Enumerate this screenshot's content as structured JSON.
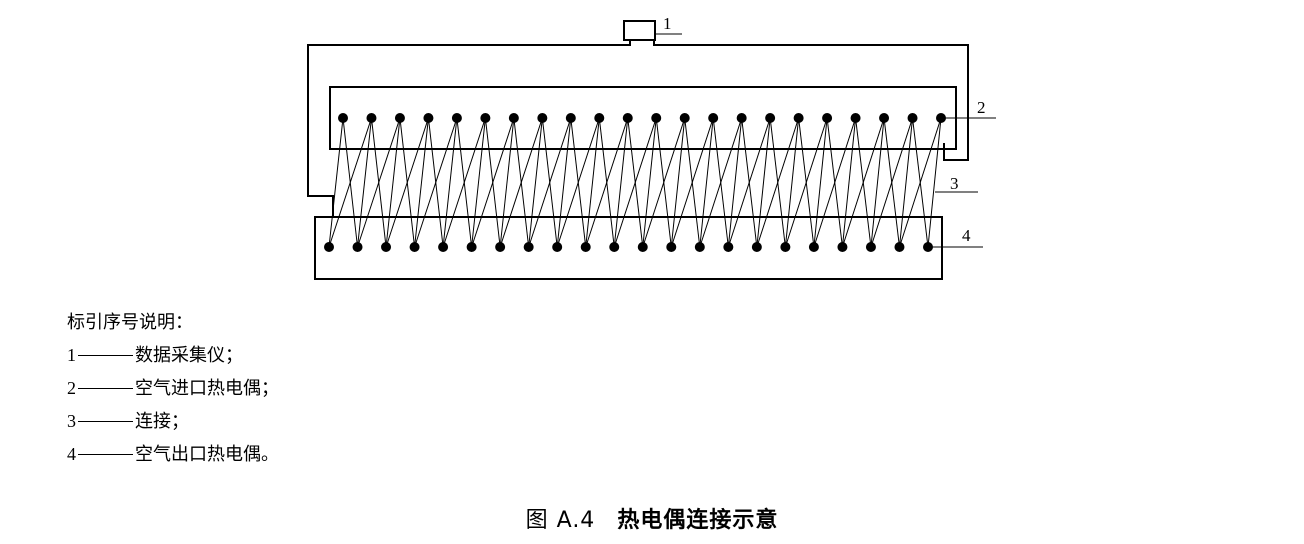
{
  "figure": {
    "label_1": "1",
    "label_2": "2",
    "label_3": "3",
    "label_4": "4",
    "top_thermocouples": 22,
    "bottom_thermocouples": 22
  },
  "legend": {
    "heading": "标引序号说明：",
    "items": [
      {
        "num": "1",
        "text": "数据采集仪；"
      },
      {
        "num": "2",
        "text": "空气进口热电偶；"
      },
      {
        "num": "3",
        "text": "连接；"
      },
      {
        "num": "4",
        "text": "空气出口热电偶。"
      }
    ]
  },
  "caption": {
    "number": "图 A.4",
    "title": "热电偶连接示意"
  }
}
